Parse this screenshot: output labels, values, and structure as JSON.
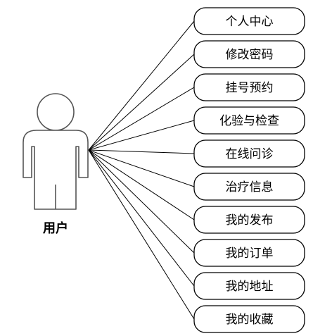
{
  "actor": {
    "label": "用户",
    "icon": "person-icon"
  },
  "use_cases": [
    {
      "label": "个人中心"
    },
    {
      "label": "修改密码"
    },
    {
      "label": "挂号预约"
    },
    {
      "label": "化验与检查"
    },
    {
      "label": "在线问诊"
    },
    {
      "label": "治疗信息"
    },
    {
      "label": "我的发布"
    },
    {
      "label": "我的订单"
    },
    {
      "label": "我的地址"
    },
    {
      "label": "我的收藏"
    }
  ],
  "colors": {
    "line": "#000000",
    "actor_stroke": "#555555",
    "box_stroke": "#000000",
    "background": "#ffffff"
  }
}
